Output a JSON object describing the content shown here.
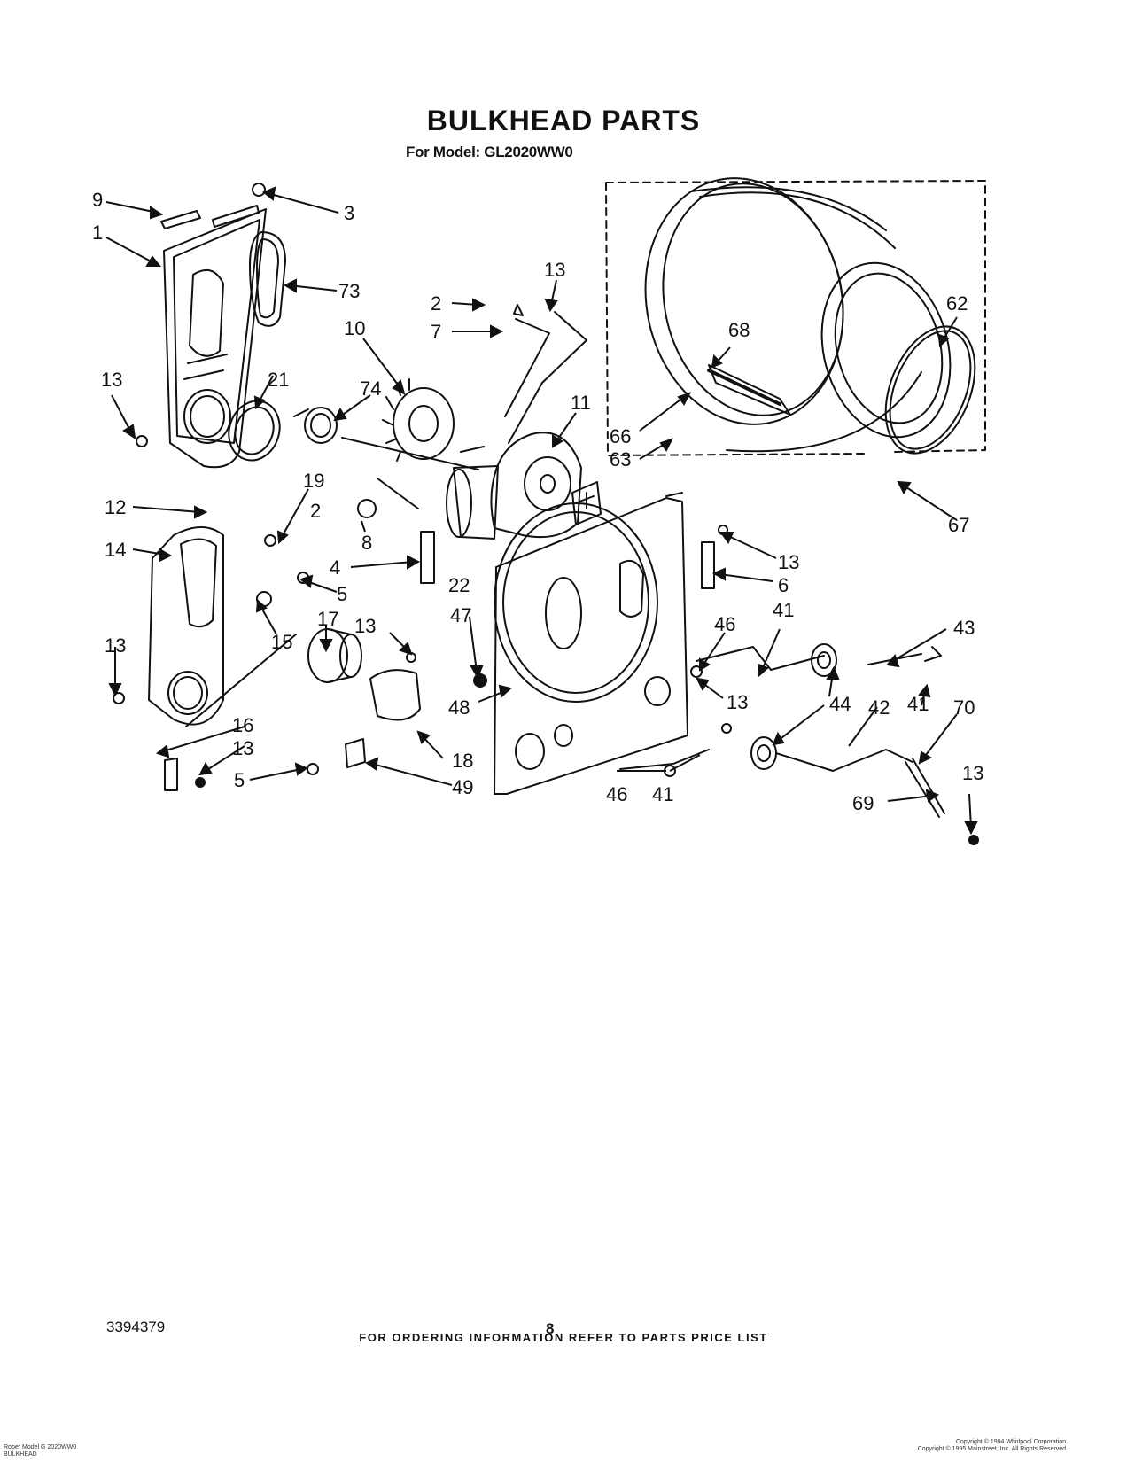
{
  "header": {
    "title": "BULKHEAD PARTS",
    "model_line": "For Model: GL2020WW0"
  },
  "diagram": {
    "callouts": {
      "c9": "9",
      "c3": "3",
      "c1": "1",
      "c73": "73",
      "c13a": "13",
      "c2a": "2",
      "c7": "7",
      "c10": "10",
      "c13b": "13",
      "c21": "21",
      "c74": "74",
      "c11": "11",
      "c68": "68",
      "c62": "62",
      "c66": "66",
      "c63": "63",
      "c67": "67",
      "c12": "12",
      "c19": "19",
      "c2b": "2",
      "c8": "8",
      "c14": "14",
      "c4": "4",
      "c5a": "5",
      "c22": "22",
      "c13c": "13",
      "c6": "6",
      "c47": "47",
      "c41a": "41",
      "c46a": "46",
      "c43": "43",
      "c15": "15",
      "c17": "17",
      "c13d": "13",
      "c13e": "13",
      "c13f": "13",
      "c48": "48",
      "c44": "44",
      "c42": "42",
      "c41b": "41",
      "c70": "70",
      "c16": "16",
      "c13g": "13",
      "c18": "18",
      "c5b": "5",
      "c49": "49",
      "c46b": "46",
      "c41c": "41",
      "c69": "69",
      "c13h": "13"
    }
  },
  "footer": {
    "ordering_note": "FOR ORDERING INFORMATION REFER TO PARTS PRICE LIST",
    "doc_number": "3394379",
    "page_number": "8",
    "fine_print_left_1": "Roper Model G 2020WW0",
    "fine_print_left_2": "BULKHEAD",
    "fine_print_right_1": "Copyright © 1994 Whirlpool Corporation.",
    "fine_print_right_2": "Copyright © 1995 Mainstreet, Inc. All Rights Reserved."
  }
}
